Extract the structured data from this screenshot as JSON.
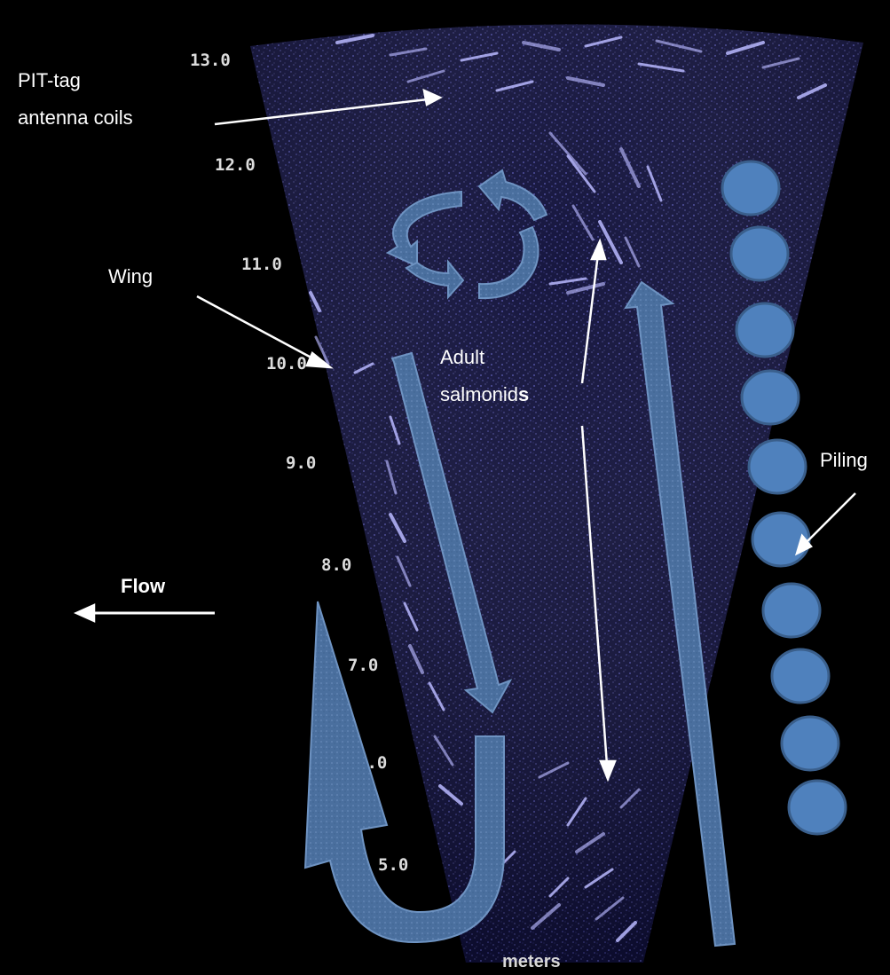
{
  "labels": {
    "pit_tag_line1": "PIT-tag",
    "pit_tag_line2": "antenna coils",
    "wing": "Wing",
    "adult_line1": "Adult",
    "adult_line2_main": "salmonid",
    "adult_line2_bold": "s",
    "piling": "Piling",
    "flow": "Flow"
  },
  "range_axis": {
    "unit_label": "meters",
    "ticks": [
      "13.0",
      "12.0",
      "11.0",
      "10.0",
      "9.0",
      "8.0",
      "7.0",
      "6.0",
      "5.0"
    ]
  },
  "colors": {
    "background": "#000000",
    "sonar_fill": "#0a0a33",
    "sonar_noise": "#6a6ad8",
    "echo": "#b9b9ff",
    "arrow_fill": "#4a6f9e",
    "arrow_stroke": "#6e93c2",
    "piling_fill": "#4f81bd",
    "piling_stroke": "#3a5f8c",
    "annotation": "#ffffff"
  }
}
